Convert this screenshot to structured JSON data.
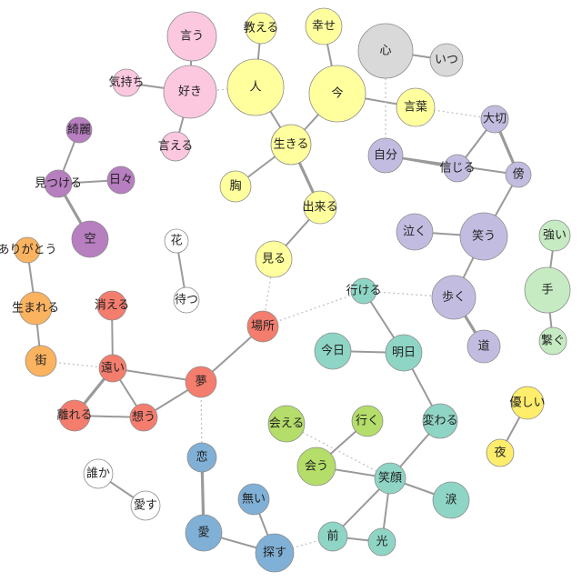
{
  "clusters": {
    "pink": {
      "fill": "#fbc8e0",
      "stroke": "#9a9a9a"
    },
    "yellow": {
      "fill": "#ffff9e",
      "stroke": "#9a9a9a"
    },
    "gray": {
      "fill": "#d9d9d9",
      "stroke": "#9a9a9a"
    },
    "lavender": {
      "fill": "#c2bde0",
      "stroke": "#9a9a9a"
    },
    "purple": {
      "fill": "#b77ec0",
      "stroke": "#9a9a9a"
    },
    "green": {
      "fill": "#c6ebc3",
      "stroke": "#9a9a9a"
    },
    "blue_ring": {
      "fill": "#ffffff",
      "stroke": "#0000cc"
    },
    "orange": {
      "fill": "#fbb360",
      "stroke": "#9a9a9a"
    },
    "red": {
      "fill": "#f47d6e",
      "stroke": "#9a9a9a"
    },
    "teal": {
      "fill": "#8fd5c6",
      "stroke": "#9a9a9a"
    },
    "lime": {
      "fill": "#b4dd6a",
      "stroke": "#9a9a9a"
    },
    "gold": {
      "fill": "#ffed6b",
      "stroke": "#9a9a9a"
    },
    "steel": {
      "fill": "#80b0d6",
      "stroke": "#9a9a9a"
    }
  },
  "nodes": [
    {
      "id": "n_iu",
      "label": "言う",
      "cluster": "pink"
    },
    {
      "id": "n_suki",
      "label": "好き",
      "cluster": "pink"
    },
    {
      "id": "n_kimochi",
      "label": "気持ち",
      "cluster": "pink"
    },
    {
      "id": "n_ieru",
      "label": "言える",
      "cluster": "pink"
    },
    {
      "id": "n_oshieru",
      "label": "教える",
      "cluster": "yellow"
    },
    {
      "id": "n_hito",
      "label": "人",
      "cluster": "yellow"
    },
    {
      "id": "n_shiawase",
      "label": "幸せ",
      "cluster": "yellow"
    },
    {
      "id": "n_ima",
      "label": "今",
      "cluster": "yellow"
    },
    {
      "id": "n_ikiru",
      "label": "生きる",
      "cluster": "yellow"
    },
    {
      "id": "n_mune",
      "label": "胸",
      "cluster": "yellow"
    },
    {
      "id": "n_dekiru",
      "label": "出来る",
      "cluster": "yellow"
    },
    {
      "id": "n_miru",
      "label": "見る",
      "cluster": "yellow"
    },
    {
      "id": "n_kotoba",
      "label": "言葉",
      "cluster": "yellow"
    },
    {
      "id": "n_kokoro",
      "label": "心",
      "cluster": "gray"
    },
    {
      "id": "n_itsu",
      "label": "いつ",
      "cluster": "gray"
    },
    {
      "id": "n_taisetsu",
      "label": "大切",
      "cluster": "lavender"
    },
    {
      "id": "n_jibun",
      "label": "自分",
      "cluster": "lavender"
    },
    {
      "id": "n_shinjiru",
      "label": "信じる",
      "cluster": "lavender"
    },
    {
      "id": "n_katawara",
      "label": "傍",
      "cluster": "lavender"
    },
    {
      "id": "n_naku",
      "label": "泣く",
      "cluster": "lavender"
    },
    {
      "id": "n_warau",
      "label": "笑う",
      "cluster": "lavender"
    },
    {
      "id": "n_aruku",
      "label": "歩く",
      "cluster": "lavender"
    },
    {
      "id": "n_michi",
      "label": "道",
      "cluster": "lavender"
    },
    {
      "id": "n_kirei",
      "label": "綺麗",
      "cluster": "purple"
    },
    {
      "id": "n_mitsukeru",
      "label": "見つける",
      "cluster": "purple"
    },
    {
      "id": "n_hibi",
      "label": "日々",
      "cluster": "purple"
    },
    {
      "id": "n_sora",
      "label": "空",
      "cluster": "purple"
    },
    {
      "id": "n_tsuyoi",
      "label": "強い",
      "cluster": "green"
    },
    {
      "id": "n_te",
      "label": "手",
      "cluster": "green"
    },
    {
      "id": "n_tsunagu",
      "label": "繋ぐ",
      "cluster": "green"
    },
    {
      "id": "n_hana",
      "label": "花",
      "cluster": "blue_ring"
    },
    {
      "id": "n_matsu",
      "label": "待つ",
      "cluster": "blue_ring"
    },
    {
      "id": "n_dareka",
      "label": "誰か",
      "cluster": "blue_ring"
    },
    {
      "id": "n_aisu",
      "label": "愛す",
      "cluster": "blue_ring"
    },
    {
      "id": "n_arigatou",
      "label": "ありがとう",
      "cluster": "orange"
    },
    {
      "id": "n_umareru",
      "label": "生まれる",
      "cluster": "orange"
    },
    {
      "id": "n_machi",
      "label": "街",
      "cluster": "orange"
    },
    {
      "id": "n_kieru",
      "label": "消える",
      "cluster": "red"
    },
    {
      "id": "n_basho",
      "label": "場所",
      "cluster": "red"
    },
    {
      "id": "n_tooi",
      "label": "遠い",
      "cluster": "red"
    },
    {
      "id": "n_yume",
      "label": "夢",
      "cluster": "red"
    },
    {
      "id": "n_hanareru",
      "label": "離れる",
      "cluster": "red"
    },
    {
      "id": "n_omou",
      "label": "想う",
      "cluster": "red"
    },
    {
      "id": "n_ikeru",
      "label": "行ける",
      "cluster": "teal"
    },
    {
      "id": "n_kyou",
      "label": "今日",
      "cluster": "teal"
    },
    {
      "id": "n_ashita",
      "label": "明日",
      "cluster": "teal"
    },
    {
      "id": "n_kawaru",
      "label": "変わる",
      "cluster": "teal"
    },
    {
      "id": "n_egao",
      "label": "笑顔",
      "cluster": "teal"
    },
    {
      "id": "n_namida",
      "label": "涙",
      "cluster": "teal"
    },
    {
      "id": "n_mae",
      "label": "前",
      "cluster": "teal"
    },
    {
      "id": "n_hikari",
      "label": "光",
      "cluster": "teal"
    },
    {
      "id": "n_aeru",
      "label": "会える",
      "cluster": "lime"
    },
    {
      "id": "n_iku",
      "label": "行く",
      "cluster": "lime"
    },
    {
      "id": "n_au",
      "label": "会う",
      "cluster": "lime"
    },
    {
      "id": "n_yasashii",
      "label": "優しい",
      "cluster": "gold"
    },
    {
      "id": "n_yoru",
      "label": "夜",
      "cluster": "gold"
    },
    {
      "id": "n_koi",
      "label": "恋",
      "cluster": "steel"
    },
    {
      "id": "n_ai",
      "label": "愛",
      "cluster": "steel"
    },
    {
      "id": "n_nai",
      "label": "無い",
      "cluster": "steel"
    },
    {
      "id": "n_sagasu",
      "label": "探す",
      "cluster": "steel"
    }
  ],
  "edges": [
    {
      "from": "n_iu",
      "to": "n_suki",
      "style": "solid"
    },
    {
      "from": "n_kimochi",
      "to": "n_suki",
      "style": "solid"
    },
    {
      "from": "n_suki",
      "to": "n_ieru",
      "style": "solid"
    },
    {
      "from": "n_suki",
      "to": "n_hito",
      "style": "dashed"
    },
    {
      "from": "n_oshieru",
      "to": "n_hito",
      "style": "solid"
    },
    {
      "from": "n_hito",
      "to": "n_ikiru",
      "style": "solid"
    },
    {
      "from": "n_shiawase",
      "to": "n_ima",
      "style": "solid"
    },
    {
      "from": "n_ima",
      "to": "n_ikiru",
      "style": "solid"
    },
    {
      "from": "n_ima",
      "to": "n_kotoba",
      "style": "solid"
    },
    {
      "from": "n_ikiru",
      "to": "n_mune",
      "style": "solid"
    },
    {
      "from": "n_ikiru",
      "to": "n_dekiru",
      "style": "thick"
    },
    {
      "from": "n_dekiru",
      "to": "n_miru",
      "style": "solid"
    },
    {
      "from": "n_miru",
      "to": "n_basho",
      "style": "dashed"
    },
    {
      "from": "n_kokoro",
      "to": "n_itsu",
      "style": "solid"
    },
    {
      "from": "n_kokoro",
      "to": "n_jibun",
      "style": "dashed"
    },
    {
      "from": "n_kotoba",
      "to": "n_taisetsu",
      "style": "dashed"
    },
    {
      "from": "n_taisetsu",
      "to": "n_shinjiru",
      "style": "solid"
    },
    {
      "from": "n_taisetsu",
      "to": "n_katawara",
      "style": "thick"
    },
    {
      "from": "n_jibun",
      "to": "n_shinjiru",
      "style": "solid"
    },
    {
      "from": "n_jibun",
      "to": "n_katawara",
      "style": "solid"
    },
    {
      "from": "n_katawara",
      "to": "n_warau",
      "style": "solid"
    },
    {
      "from": "n_naku",
      "to": "n_warau",
      "style": "solid"
    },
    {
      "from": "n_warau",
      "to": "n_aruku",
      "style": "solid"
    },
    {
      "from": "n_aruku",
      "to": "n_michi",
      "style": "thick"
    },
    {
      "from": "n_aruku",
      "to": "n_ikeru",
      "style": "dashed"
    },
    {
      "from": "n_kirei",
      "to": "n_mitsukeru",
      "style": "solid"
    },
    {
      "from": "n_mitsukeru",
      "to": "n_hibi",
      "style": "solid"
    },
    {
      "from": "n_mitsukeru",
      "to": "n_sora",
      "style": "thick"
    },
    {
      "from": "n_tsuyoi",
      "to": "n_te",
      "style": "solid"
    },
    {
      "from": "n_te",
      "to": "n_tsunagu",
      "style": "solid"
    },
    {
      "from": "n_hana",
      "to": "n_matsu",
      "style": "solid"
    },
    {
      "from": "n_dareka",
      "to": "n_aisu",
      "style": "solid"
    },
    {
      "from": "n_arigatou",
      "to": "n_umareru",
      "style": "solid"
    },
    {
      "from": "n_umareru",
      "to": "n_machi",
      "style": "solid"
    },
    {
      "from": "n_machi",
      "to": "n_tooi",
      "style": "dashed"
    },
    {
      "from": "n_kieru",
      "to": "n_tooi",
      "style": "solid"
    },
    {
      "from": "n_tooi",
      "to": "n_hanareru",
      "style": "thick"
    },
    {
      "from": "n_tooi",
      "to": "n_omou",
      "style": "solid"
    },
    {
      "from": "n_tooi",
      "to": "n_yume",
      "style": "solid"
    },
    {
      "from": "n_hanareru",
      "to": "n_omou",
      "style": "solid"
    },
    {
      "from": "n_omou",
      "to": "n_yume",
      "style": "solid"
    },
    {
      "from": "n_yume",
      "to": "n_basho",
      "style": "solid"
    },
    {
      "from": "n_yume",
      "to": "n_koi",
      "style": "dashed"
    },
    {
      "from": "n_basho",
      "to": "n_ikeru",
      "style": "dashed"
    },
    {
      "from": "n_kyou",
      "to": "n_ashita",
      "style": "solid"
    },
    {
      "from": "n_ikeru",
      "to": "n_ashita",
      "style": "solid"
    },
    {
      "from": "n_ashita",
      "to": "n_kawaru",
      "style": "solid"
    },
    {
      "from": "n_kawaru",
      "to": "n_egao",
      "style": "solid"
    },
    {
      "from": "n_egao",
      "to": "n_namida",
      "style": "solid"
    },
    {
      "from": "n_egao",
      "to": "n_mae",
      "style": "solid"
    },
    {
      "from": "n_egao",
      "to": "n_hikari",
      "style": "solid"
    },
    {
      "from": "n_mae",
      "to": "n_hikari",
      "style": "solid"
    },
    {
      "from": "n_aeru",
      "to": "n_egao",
      "style": "dashed"
    },
    {
      "from": "n_iku",
      "to": "n_au",
      "style": "solid"
    },
    {
      "from": "n_au",
      "to": "n_egao",
      "style": "solid"
    },
    {
      "from": "n_yasashii",
      "to": "n_yoru",
      "style": "solid"
    },
    {
      "from": "n_koi",
      "to": "n_ai",
      "style": "thick"
    },
    {
      "from": "n_ai",
      "to": "n_sagasu",
      "style": "solid"
    },
    {
      "from": "n_nai",
      "to": "n_sagasu",
      "style": "solid"
    },
    {
      "from": "n_sagasu",
      "to": "n_mae",
      "style": "dashed"
    }
  ]
}
